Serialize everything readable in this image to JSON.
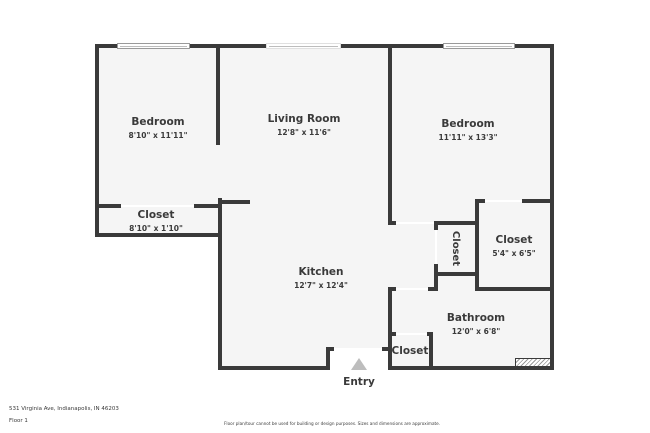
{
  "plan": {
    "rooms": [
      {
        "name": "Bedroom",
        "dimensions": "8'10\" x 11'11\""
      },
      {
        "name": "Closet",
        "dimensions": "8'10\" x 1'10\""
      },
      {
        "name": "Living Room",
        "dimensions": "12'8\" x 11'6\""
      },
      {
        "name": "Bedroom",
        "dimensions": "11'11\" x 13'3\""
      },
      {
        "name": "Kitchen",
        "dimensions": "12'7\" x 12'4\""
      },
      {
        "name": "Closet",
        "dimensions": ""
      },
      {
        "name": "Closet",
        "dimensions": "5'4\" x 6'5\""
      },
      {
        "name": "Bathroom",
        "dimensions": "12'0\" x 6'8\""
      },
      {
        "name": "Closet",
        "dimensions": ""
      }
    ],
    "entry_label": "Entry",
    "colors": {
      "wall": "#3a3a3a",
      "floor": "#f5f5f5",
      "entry_arrow": "#bdbdbd"
    }
  },
  "footer": {
    "address": "531 Virginia Ave, Indianapolis, IN 46203",
    "floor": "Floor 1",
    "disclaimer": "Floor plan/tour cannot be used for building or design purposes. Sizes and dimensions are approximate."
  }
}
